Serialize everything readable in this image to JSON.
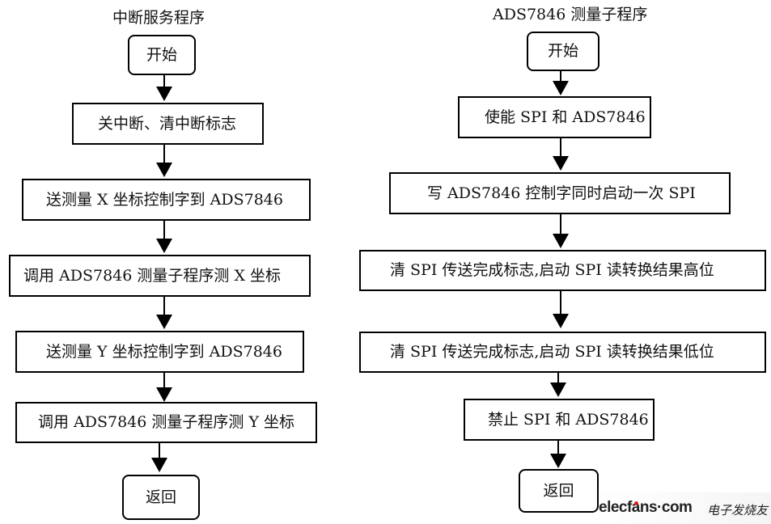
{
  "left_flow": {
    "title": "中断服务程序",
    "start": "开始",
    "steps": [
      "关中断、清中断标志",
      "送测量 X 坐标控制字到 ADS7846",
      "调用 ADS7846 测量子程序测 X 坐标",
      "送测量 Y 坐标控制字到 ADS7846",
      "调用 ADS7846 测量子程序测 Y 坐标"
    ],
    "end": "返回"
  },
  "right_flow": {
    "title": "ADS7846 测量子程序",
    "start": "开始",
    "steps": [
      "使能 SPI 和 ADS7846",
      "写 ADS7846 控制字同时启动一次 SPI",
      "清 SPI 传送完成标志,启动 SPI 读转换结果高位",
      "清 SPI 传送完成标志,启动 SPI 读转换结果低位",
      "禁止 SPI 和 ADS7846"
    ],
    "end": "返回"
  },
  "watermark": {
    "brand": "elecfans·com",
    "brand_cn": "电子发烧友"
  }
}
